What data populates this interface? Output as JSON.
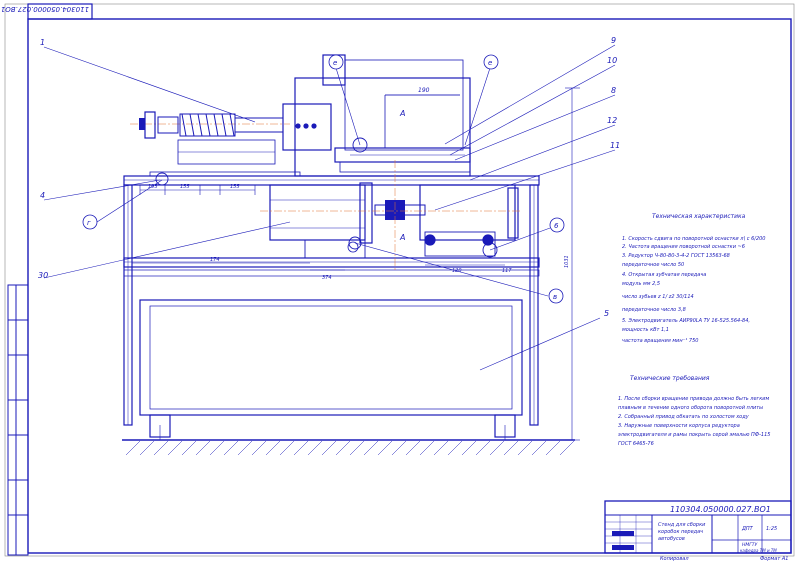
{
  "drawing_code_top": "110304.050000.027.ВО1",
  "drawing_code_title": "110304.050000.027.ВО1",
  "callouts": [
    "1",
    "4",
    "9",
    "10",
    "8",
    "12",
    "11",
    "2",
    "3",
    "30",
    "5",
    "6",
    "в",
    "г",
    "е",
    "е"
  ],
  "view_label": "А",
  "dimensions": {
    "d190": "190",
    "dims_top": [
      "195",
      "155",
      "155"
    ],
    "dims_lower_left": "174",
    "dims_lower_mid": "374",
    "dims_lower_right_1": "120",
    "dims_lower_right_2": "117",
    "overall_height": "1031"
  },
  "tech_spec": {
    "title": "Техническая характеристика",
    "lines": [
      "1. Скорость сдвига по поворотной оснастки л\\ с    6/200",
      "2. Частота вращения поворотной оснастки   ~6",
      "3. Редуктор Ч-80-80-3-4-2 ГОСТ 13563-68",
      "передаточное число              50",
      "4. Открытая зубчатая передача",
      "модуль мм                    2,5",
      "число зубьев z   1/ z2          30/114",
      "передаточное число              3,8",
      "5. Электродвигатель АИР90LA ТУ 16-525.564-84,",
      "мощность кВт                   1,1",
      "частота вращения мин⁻¹          750"
    ]
  },
  "tech_req": {
    "title": "Технические требования",
    "lines": [
      "1. После сборки вращение привода должно быть легким",
      "плавным в течение одного оборота поворотной плиты",
      "2. Собранный привод обкатать по холостом ходу",
      "3. Наружные поверхности корпуса редуктора",
      "электродвигателя и рамы покрыть серой эмалью ПФ-115",
      "ГОСТ 6465-76"
    ]
  },
  "title_block": {
    "name_lines": [
      "Стенд для сборки",
      "коробок передач",
      "автобусов"
    ],
    "sheet_info": [
      "ДПТ",
      "1:25"
    ],
    "org_lines": [
      "НМГТУ",
      "кафедра ТМ и ТМ"
    ],
    "bottom_left": "Копировал",
    "bottom_right": "Формат А1"
  },
  "colors": {
    "ink": "#1a1ab8",
    "paper": "#ffffff"
  }
}
